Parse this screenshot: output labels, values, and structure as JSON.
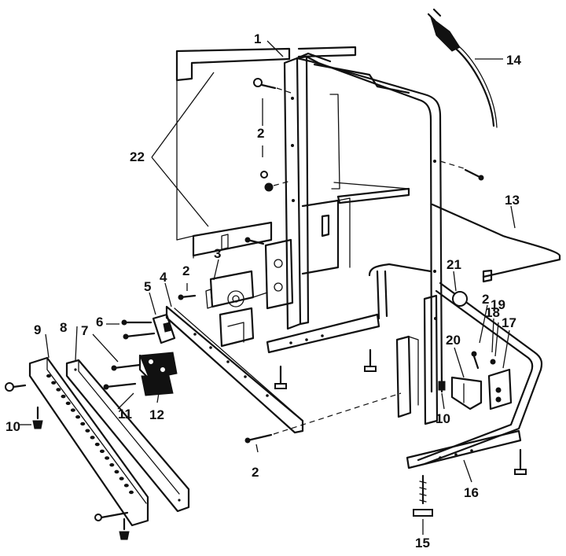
{
  "diagram": {
    "labels": [
      {
        "id": "p1",
        "text": "1"
      },
      {
        "id": "p2a",
        "text": "2"
      },
      {
        "id": "p2b",
        "text": "2"
      },
      {
        "id": "p2c",
        "text": "2"
      },
      {
        "id": "p2d",
        "text": "2"
      },
      {
        "id": "p3",
        "text": "3"
      },
      {
        "id": "p4",
        "text": "4"
      },
      {
        "id": "p5",
        "text": "5"
      },
      {
        "id": "p6",
        "text": "6"
      },
      {
        "id": "p7",
        "text": "7"
      },
      {
        "id": "p8",
        "text": "8"
      },
      {
        "id": "p9",
        "text": "9"
      },
      {
        "id": "p10a",
        "text": "10"
      },
      {
        "id": "p10b",
        "text": "10"
      },
      {
        "id": "p11",
        "text": "11"
      },
      {
        "id": "p12",
        "text": "12"
      },
      {
        "id": "p13",
        "text": "13"
      },
      {
        "id": "p14",
        "text": "14"
      },
      {
        "id": "p15",
        "text": "15"
      },
      {
        "id": "p16",
        "text": "16"
      },
      {
        "id": "p17",
        "text": "17"
      },
      {
        "id": "p18",
        "text": "18"
      },
      {
        "id": "p19",
        "text": "19"
      },
      {
        "id": "p20",
        "text": "20"
      },
      {
        "id": "p21",
        "text": "21"
      },
      {
        "id": "p22",
        "text": "22"
      }
    ]
  }
}
